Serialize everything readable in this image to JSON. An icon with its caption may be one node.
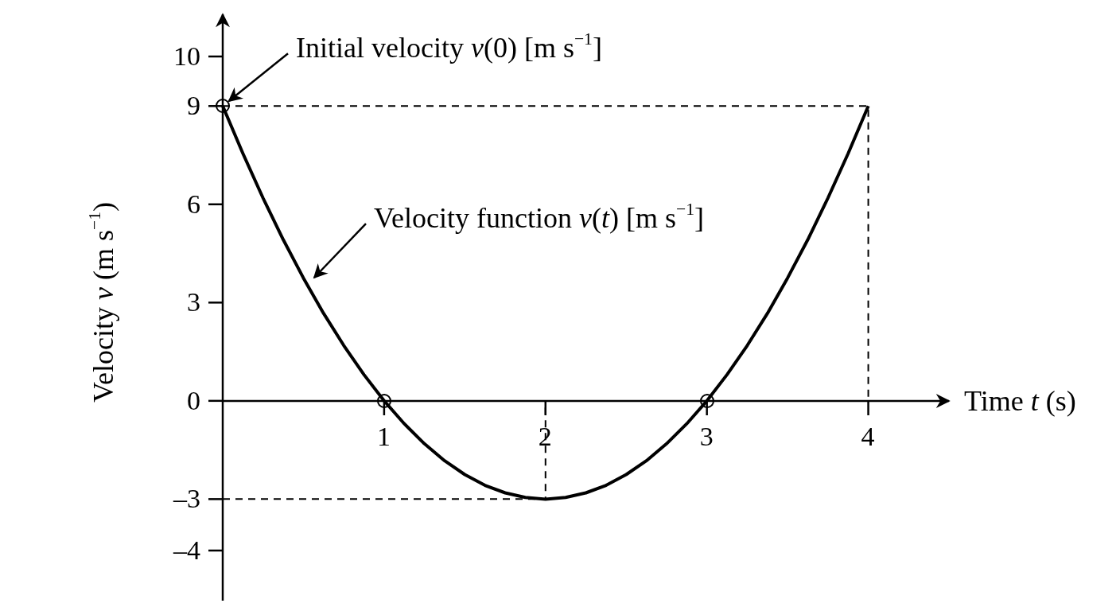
{
  "diagram": {
    "nodes": [
      {
        "text": [
          "Initial velocity *v*(0) [m s$^{−1}$]"
        ]
      },
      {
        "text": [],
        "shape": "circle"
      },
      {
        "text": [
          "Velocity function *v*(*t*) [m s$^{−1}$]"
        ]
      },
      {
        "text": [],
        "shape": "circle"
      },
      {
        "text": [],
        "shape": "circle"
      }
    ],
    "edges": [
      {
        "from": 0,
        "to": 1,
        "arrow": "to"
      },
      {
        "from": 2,
        "to": null,
        "arrow": "to"
      }
    ],
    "chart_data": {
      "type": "line",
      "xlabel": "Time *t* (s)",
      "ylabel": "Velocity *v* (m s$^{−1}$)",
      "x": [
        0,
        0.125,
        0.25,
        0.375,
        0.5,
        0.625,
        0.75,
        0.875,
        1,
        1.125,
        1.25,
        1.375,
        1.5,
        1.625,
        1.75,
        1.875,
        2,
        2.125,
        2.25,
        2.375,
        2.5,
        2.625,
        2.75,
        2.875,
        3,
        3.125,
        3.25,
        3.375,
        3.5,
        3.625,
        3.75,
        3.875,
        4
      ],
      "series": [
        {
          "color": "#000000",
          "values": [
            9,
            7.55,
            6.19,
            4.92,
            3.75,
            2.67,
            1.69,
            0.8,
            0,
            -0.7,
            -1.31,
            -1.83,
            -2.25,
            -2.58,
            -2.81,
            -2.95,
            -3,
            -2.95,
            -2.81,
            -2.58,
            -2.25,
            -1.83,
            -1.31,
            -0.7,
            0,
            0.8,
            1.69,
            2.67,
            3.75,
            4.92,
            6.19,
            7.55,
            9
          ]
        }
      ],
      "xlim": [
        0,
        4.5
      ],
      "ylim": [
        -6.1,
        11.8
      ],
      "xticks": [
        1,
        2,
        3,
        4
      ],
      "yticks": [
        {
          "value": -3,
          "label": "–3"
        },
        0,
        3,
        6,
        9
      ]
    },
    "labels": [
      "10",
      "–4"
    ]
  }
}
